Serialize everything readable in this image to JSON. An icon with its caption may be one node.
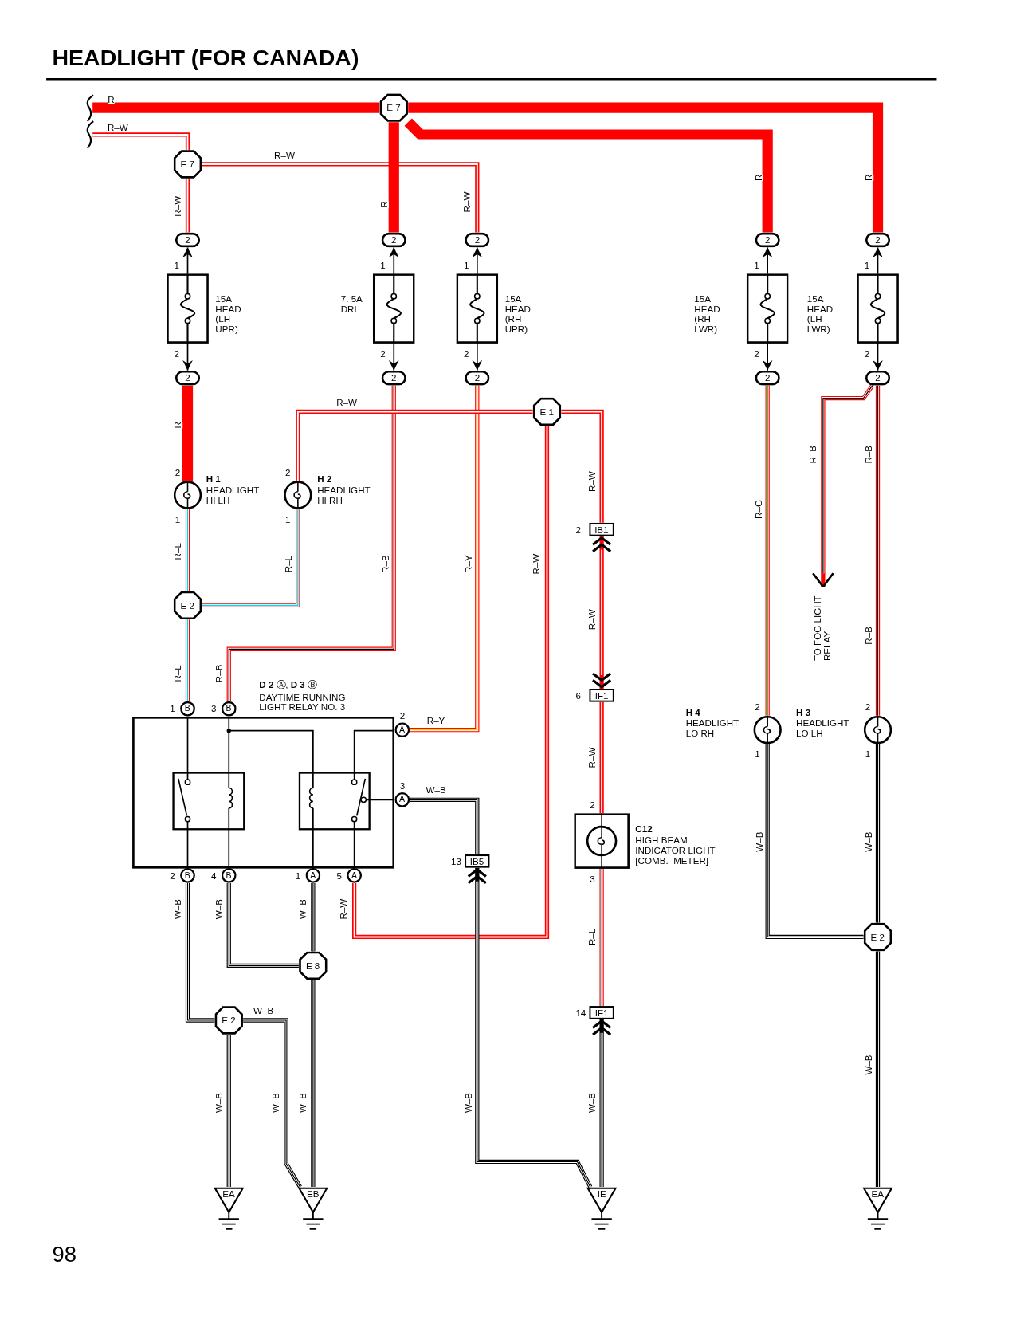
{
  "diagram": {
    "title": "HEADLIGHT (FOR CANADA)",
    "nodes": [
      {
        "text": [
          "E 7"
        ]
      },
      {
        "text": [
          "E 7"
        ]
      },
      {
        "text": [
          "2"
        ]
      },
      {
        "text": [
          "15A HEAD (LH–UPR)"
        ],
        "beside": [
          "1",
          "2"
        ]
      },
      {
        "text": [
          "2"
        ]
      },
      {
        "text": [
          "2"
        ]
      },
      {
        "text": [
          "7. 5A DRL"
        ],
        "beside": [
          "1",
          "2"
        ]
      },
      {
        "text": [
          "2"
        ]
      },
      {
        "text": [
          "2"
        ]
      },
      {
        "text": [
          "15A HEAD (RH–UPR)"
        ],
        "beside": [
          "1",
          "2"
        ]
      },
      {
        "text": [
          "2"
        ]
      },
      {
        "text": [
          "2"
        ]
      },
      {
        "text": [
          "15A HEAD (RH–LWR)"
        ],
        "beside": [
          "1",
          "2"
        ]
      },
      {
        "text": [
          "2"
        ]
      },
      {
        "text": [
          "2"
        ]
      },
      {
        "text": [
          "15A HEAD (LH–LWR)"
        ],
        "beside": [
          "1",
          "2"
        ]
      },
      {
        "text": [
          "2"
        ]
      },
      {
        "text": [
          "E 1"
        ]
      },
      {
        "text": [
          "H 1",
          "HEADLIGHT HI LH"
        ],
        "beside": [
          "2",
          "1"
        ]
      },
      {
        "text": [
          "H 2",
          "HEADLIGHT HI RH"
        ],
        "beside": [
          "2",
          "1"
        ]
      },
      {
        "text": [
          "E 2"
        ]
      },
      {
        "text": [
          "IB1"
        ],
        "beside": [
          "2"
        ]
      },
      {
        "text": [
          "IF1"
        ],
        "beside": [
          "6"
        ]
      },
      {
        "text": [
          "**D 2** Ⓐ, **D 3** Ⓑ",
          "DAYTIME RUNNING LIGHT RELAY NO. 3"
        ]
      },
      {
        "text": [
          "B"
        ],
        "beside": [
          "1"
        ]
      },
      {
        "text": [
          "B"
        ],
        "beside": [
          "3"
        ]
      },
      {
        "text": [
          "A"
        ],
        "beside": [
          "2"
        ]
      },
      {
        "text": [
          "A"
        ],
        "beside": [
          "3"
        ]
      },
      {
        "text": [
          "B"
        ],
        "beside": [
          "2"
        ]
      },
      {
        "text": [
          "B"
        ],
        "beside": [
          "4"
        ]
      },
      {
        "text": [
          "A"
        ],
        "beside": [
          "1"
        ]
      },
      {
        "text": [
          "A"
        ],
        "beside": [
          "5"
        ]
      },
      {
        "text": [
          "IB5"
        ],
        "beside": [
          "13"
        ]
      },
      {
        "text": [
          "C12",
          "HIGH BEAM INDICATOR LIGHT [COMB.  METER]"
        ],
        "beside": [
          "2",
          "3"
        ]
      },
      {
        "text": [
          "H 4",
          "HEADLIGHT LO RH"
        ],
        "beside": [
          "2",
          "1"
        ]
      },
      {
        "text": [
          "H 3",
          "HEADLIGHT LO LH"
        ],
        "beside": [
          "2",
          "1"
        ]
      },
      {
        "text": [
          "E 8"
        ]
      },
      {
        "text": [
          "E 2"
        ]
      },
      {
        "text": [
          "IF1"
        ],
        "beside": [
          "14"
        ]
      },
      {
        "text": [
          "E 2"
        ]
      },
      {
        "text": [
          "EA"
        ]
      },
      {
        "text": [
          "EB"
        ]
      },
      {
        "text": [
          "IE"
        ]
      },
      {
        "text": [
          "EA"
        ]
      },
      {
        "text": [
          "TO FOG LIGHT RELAY"
        ]
      }
    ],
    "edges": [
      {
        "from": null,
        "to": 0,
        "arrow": "none",
        "label": "R",
        "style": "thick"
      },
      {
        "from": null,
        "to": 1,
        "arrow": "none",
        "label": "R–W"
      },
      {
        "from": 1,
        "to": 8,
        "arrow": "none",
        "label": "R–W"
      },
      {
        "from": 1,
        "to": 2,
        "arrow": "none",
        "label": "R–W"
      },
      {
        "from": 0,
        "to": 5,
        "arrow": "none",
        "label": "R",
        "style": "thick"
      },
      {
        "from": 0,
        "to": 11,
        "arrow": "none",
        "label": "R",
        "style": "thick"
      },
      {
        "from": 0,
        "to": 14,
        "arrow": "none",
        "label": "R",
        "style": "thick"
      },
      {
        "from": 3,
        "to": 2,
        "arrow": "to",
        "color": "#000000"
      },
      {
        "from": 3,
        "to": 4,
        "arrow": "to",
        "color": "#000000"
      },
      {
        "from": 6,
        "to": 5,
        "arrow": "to",
        "color": "#000000"
      },
      {
        "from": 6,
        "to": 7,
        "arrow": "to",
        "color": "#000000"
      },
      {
        "from": 9,
        "to": 8,
        "arrow": "to",
        "color": "#000000"
      },
      {
        "from": 9,
        "to": 10,
        "arrow": "to",
        "color": "#000000"
      },
      {
        "from": 12,
        "to": 11,
        "arrow": "to",
        "color": "#000000"
      },
      {
        "from": 12,
        "to": 13,
        "arrow": "to",
        "color": "#000000"
      },
      {
        "from": 15,
        "to": 14,
        "arrow": "to",
        "color": "#000000"
      },
      {
        "from": 15,
        "to": 16,
        "arrow": "to",
        "color": "#000000"
      },
      {
        "from": 4,
        "to": 18,
        "arrow": "none",
        "label": "R",
        "style": "thick"
      },
      {
        "from": 7,
        "to": 25,
        "arrow": "none",
        "label": "R–B"
      },
      {
        "from": 10,
        "to": 26,
        "arrow": "none",
        "label": "R–Y"
      },
      {
        "from": 17,
        "to": 19,
        "arrow": "none",
        "label": "R–W"
      },
      {
        "from": 17,
        "to": 21,
        "arrow": "none",
        "label": "R–W"
      },
      {
        "from": 17,
        "to": 31,
        "arrow": "none",
        "label": "R–W"
      },
      {
        "from": 13,
        "to": 34,
        "arrow": "none",
        "label": "R–G"
      },
      {
        "from": 16,
        "to": 35,
        "arrow": "none",
        "label": "R–B"
      },
      {
        "from": 16,
        "to": 44,
        "arrow": "to",
        "label": "R–B"
      },
      {
        "from": 18,
        "to": 20,
        "arrow": "none",
        "label": "R–L"
      },
      {
        "from": 19,
        "to": 20,
        "arrow": "none",
        "label": "R–L"
      },
      {
        "from": 20,
        "to": 24,
        "arrow": "none",
        "label": "R–L"
      },
      {
        "from": 21,
        "to": 22,
        "arrow": "both",
        "label": "R–W"
      },
      {
        "from": 22,
        "to": 33,
        "arrow": "none",
        "label": "R–W"
      },
      {
        "from": 33,
        "to": 38,
        "arrow": "none",
        "label": "R–L"
      },
      {
        "from": 42,
        "to": 38,
        "arrow": "to",
        "label": "W–B",
        "color": "#000000"
      },
      {
        "from": 27,
        "to": 32,
        "arrow": "none",
        "label": "W–B",
        "color": "#000000"
      },
      {
        "from": 42,
        "to": 32,
        "arrow": "to",
        "label": "W–B",
        "color": "#000000"
      },
      {
        "from": 28,
        "to": 37,
        "arrow": "none",
        "label": "W–B",
        "color": "#000000"
      },
      {
        "from": 29,
        "to": 36,
        "arrow": "none",
        "label": "W–B",
        "color": "#000000"
      },
      {
        "from": 30,
        "to": 36,
        "arrow": "none",
        "label": "W–B",
        "color": "#000000"
      },
      {
        "from": 36,
        "to": 41,
        "arrow": "none",
        "label": "W–B",
        "color": "#000000"
      },
      {
        "from": 37,
        "to": 41,
        "arrow": "none",
        "label": "W–B",
        "color": "#000000"
      },
      {
        "from": 37,
        "to": 40,
        "arrow": "none",
        "label": "W–B",
        "color": "#000000"
      },
      {
        "from": 34,
        "to": 39,
        "arrow": "none",
        "label": "W–B",
        "color": "#000000"
      },
      {
        "from": 35,
        "to": 39,
        "arrow": "none",
        "label": "W–B",
        "color": "#000000"
      },
      {
        "from": 39,
        "to": 43,
        "arrow": "none",
        "label": "W–B",
        "color": "#000000"
      }
    ],
    "labels": [
      "R–W",
      "R–B",
      "R–B",
      "R–Y",
      "R–W",
      "W–B",
      "98"
    ]
  }
}
